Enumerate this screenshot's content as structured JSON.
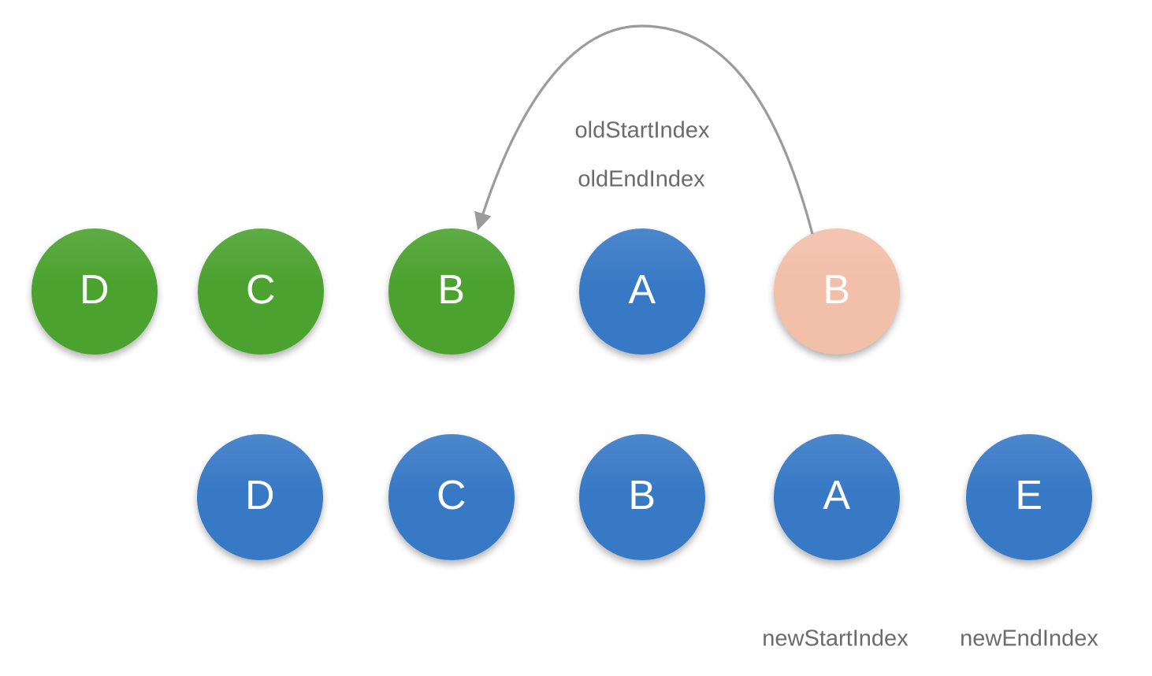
{
  "diagram": {
    "description": "virtual DOM children diff: old children row and new children row with index pointers",
    "arrow": {
      "from": "old-row-end-node-b",
      "to": "old-row-node-b",
      "style": "curved-arc"
    }
  },
  "colors": {
    "background": "#ffffff",
    "node-green": "#4BA22F",
    "node-blue": "#3879C6",
    "node-salmon": "#F2BFA9",
    "node-letter": "#ffffff",
    "arrow": "#9B9B9B",
    "label": "#6B6B6B"
  },
  "old_children": {
    "nodes": [
      {
        "label": "D",
        "color": "green"
      },
      {
        "label": "C",
        "color": "green"
      },
      {
        "label": "B",
        "color": "green"
      },
      {
        "label": "A",
        "color": "blue"
      },
      {
        "label": "B",
        "color": "salmon"
      }
    ]
  },
  "new_children": {
    "nodes": [
      {
        "label": "D",
        "color": "blue"
      },
      {
        "label": "C",
        "color": "blue"
      },
      {
        "label": "B",
        "color": "blue"
      },
      {
        "label": "A",
        "color": "blue"
      },
      {
        "label": "E",
        "color": "blue"
      }
    ]
  },
  "pointer_labels": {
    "old_start": "oldStartIndex",
    "old_end": "oldEndIndex",
    "new_start": "newStartIndex",
    "new_end": "newEndIndex"
  }
}
